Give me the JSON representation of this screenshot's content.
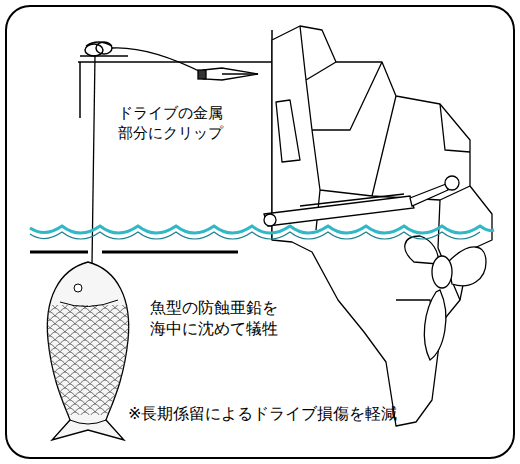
{
  "diagram": {
    "labels": [
      "ドライブの金属 部分にクリップ",
      "魚型の防蝕亜鉛を 海中に沈めて犠牲",
      "※長期係留によるドライブ損傷を軽減"
    ]
  }
}
